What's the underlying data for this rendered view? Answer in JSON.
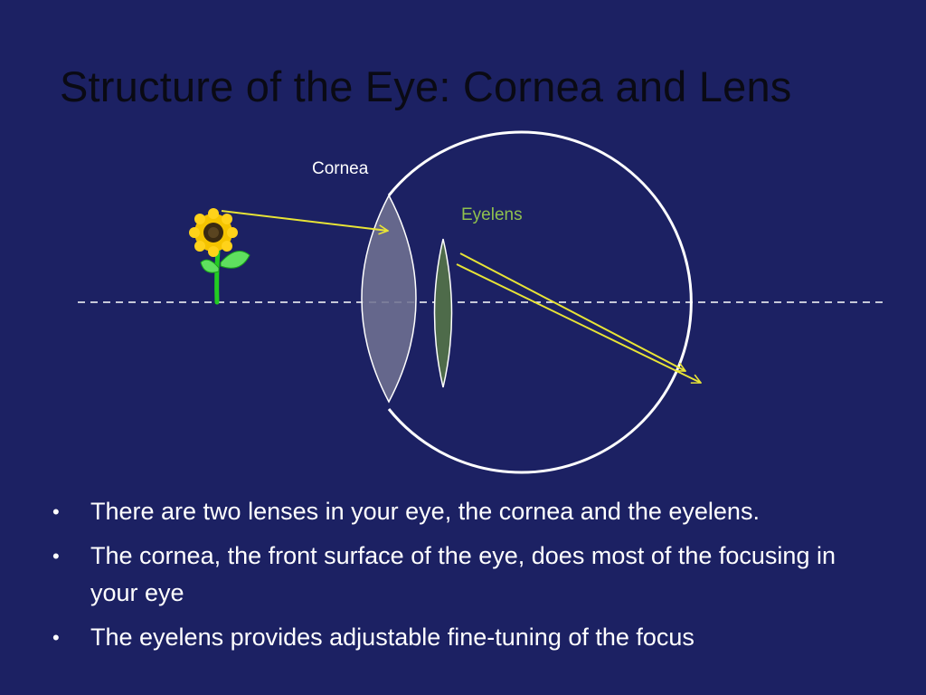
{
  "slide": {
    "title": "Structure of the Eye: Cornea and Lens",
    "labels": {
      "cornea": "Cornea",
      "eyelens": "Eyelens"
    },
    "bullet_glyph": "•",
    "bullets": [
      "There are two lenses in your eye, the cornea and the eyelens.",
      "The cornea, the front surface of the eye, does most of the focusing in your eye",
      "The eyelens provides adjustable fine-tuning of the focus"
    ]
  },
  "colors": {
    "background": "#1c2163",
    "title": "#0a0a14",
    "eyeball_outline": "#ffffff",
    "cornea_fill": "#6f7192",
    "eyelens_fill": "#4e6b4a",
    "eyelens_label": "#8fc04e",
    "light_ray": "#e8e436",
    "optical_axis": "#ffffff",
    "sunflower_petals": "#f5c400",
    "sunflower_center": "#3a2a12",
    "stem": "#22cc22"
  },
  "icons": {
    "object": "sunflower-icon"
  }
}
